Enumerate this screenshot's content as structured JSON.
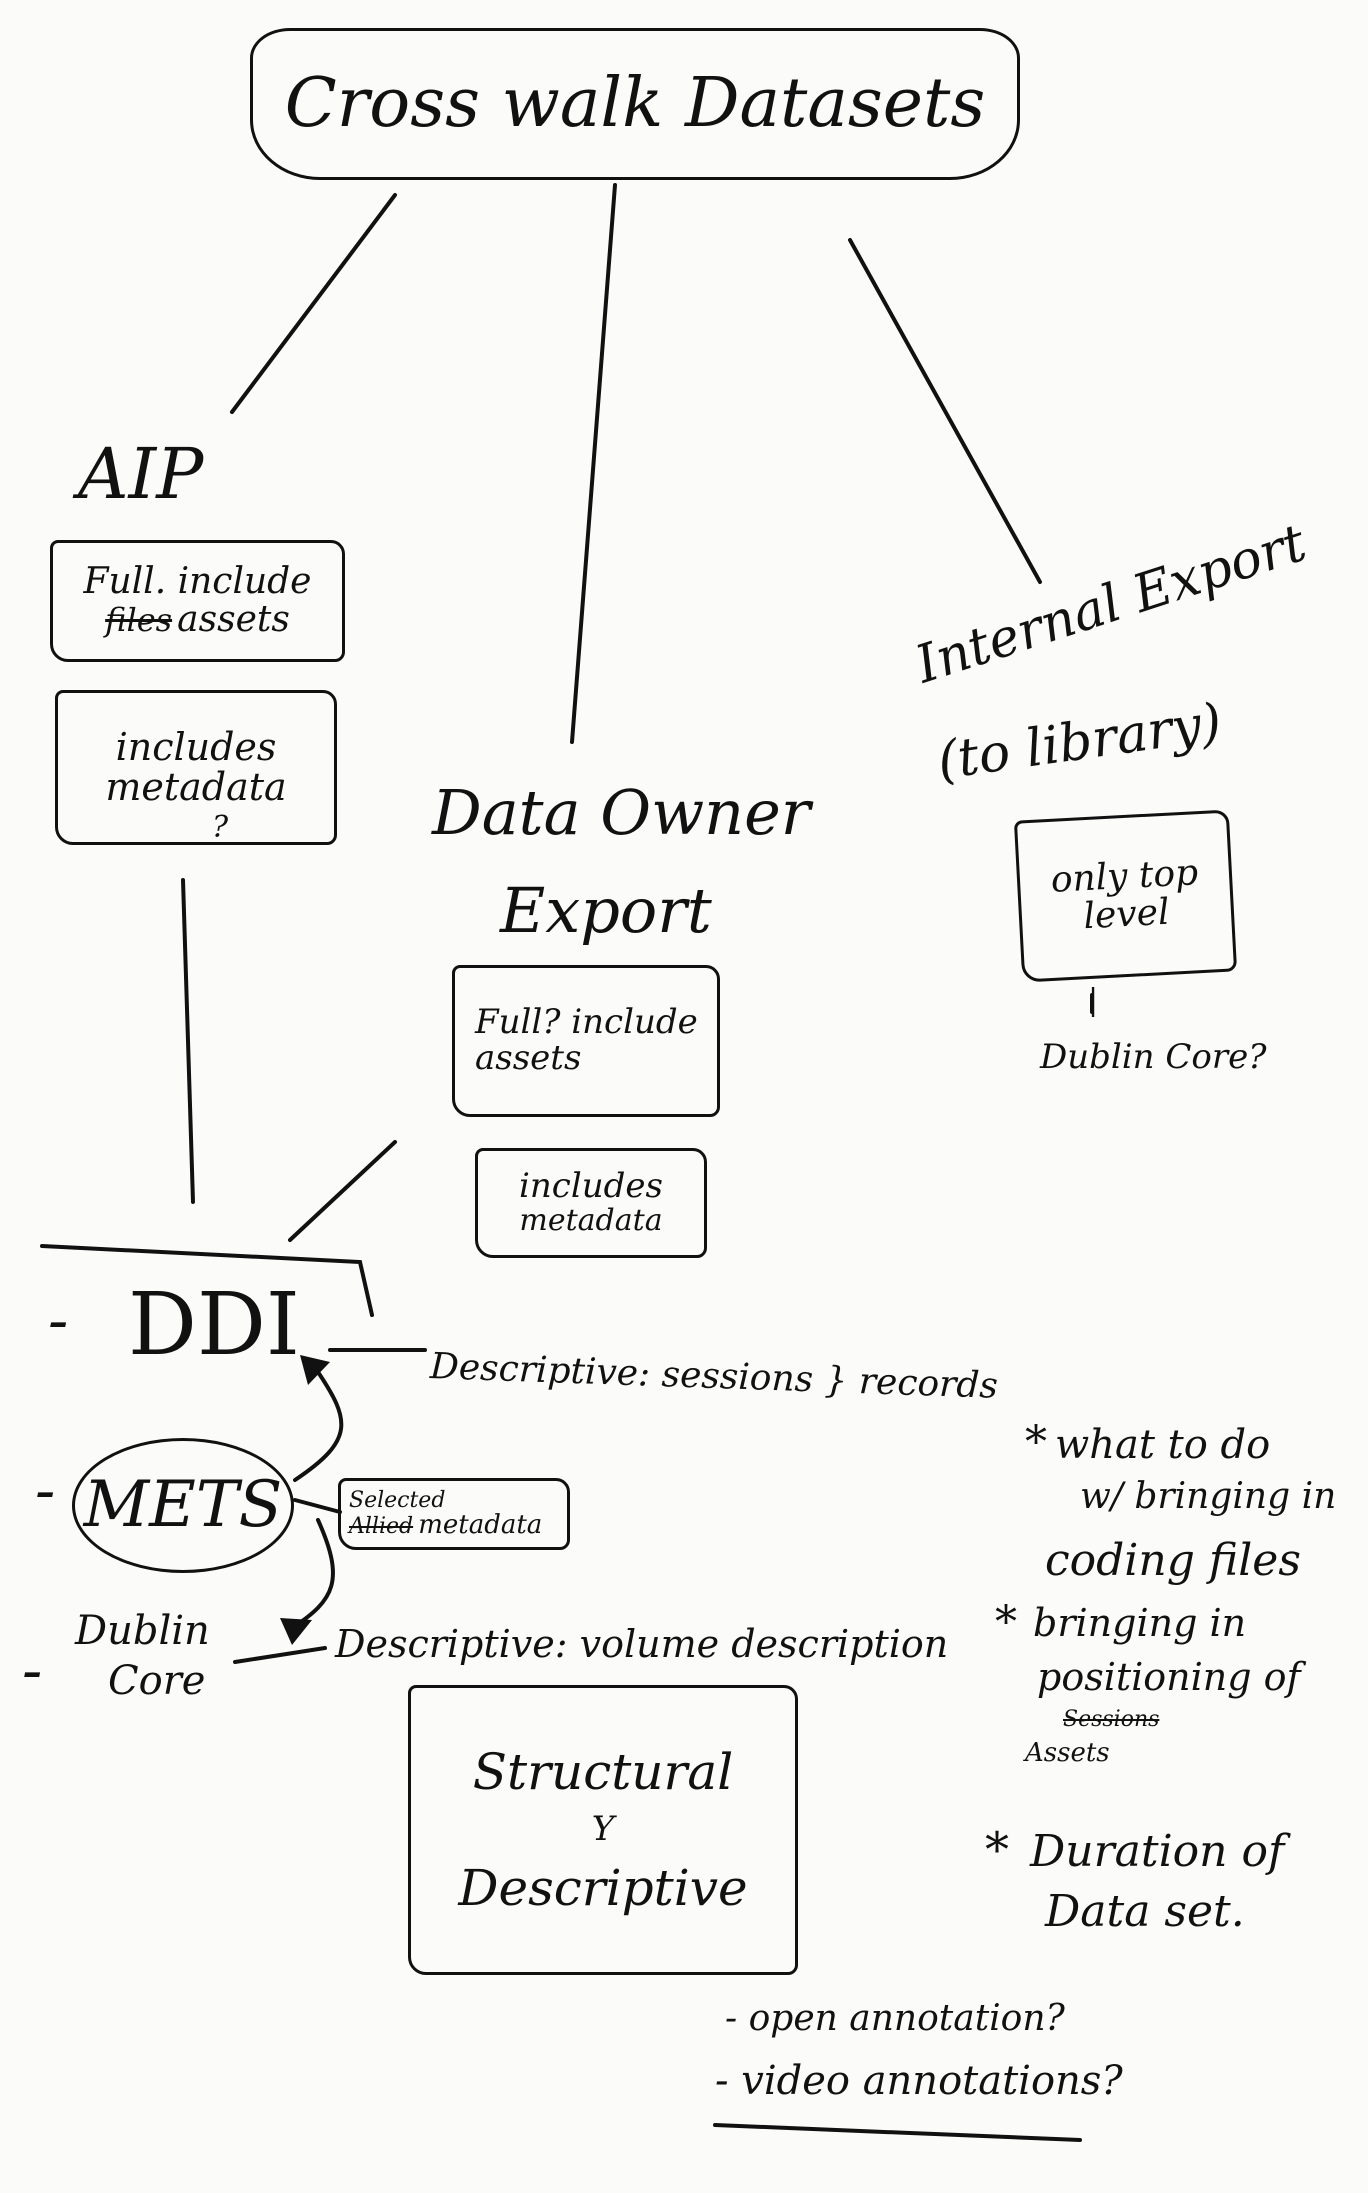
{
  "root": {
    "label": "Cross walk Datasets"
  },
  "branches": {
    "aip": {
      "title": "AIP",
      "box1": {
        "line1": "Full. include",
        "struck": "files",
        "line2": "assets"
      },
      "box2": {
        "line1": "includes",
        "line2": "metadata",
        "mark": "?"
      }
    },
    "data_owner": {
      "title_line1": "Data Owner",
      "title_line2": "Export",
      "box1": {
        "line1": "Full? include",
        "line2": "assets"
      },
      "box2": {
        "line1": "includes",
        "line2": "metadata"
      }
    },
    "internal": {
      "title_line1": "Internal Export",
      "title_line2": "(to library)",
      "box1": {
        "line1": "only top",
        "line2": "level"
      },
      "connector": "|",
      "note": "Dublin Core?"
    }
  },
  "standards": {
    "ddi": {
      "label": "DDI",
      "dash": "-",
      "description": "Descriptive: sessions } records"
    },
    "mets": {
      "label": "METS",
      "dash": "-",
      "selected_line1": "Selected",
      "selected_struck": "Allied",
      "selected_line2": "metadata"
    },
    "dublin_core": {
      "line1": "Dublin",
      "line2": "Core",
      "dash": "-",
      "description": "Descriptive: volume description"
    }
  },
  "structural_box": {
    "line1": "Structural",
    "line2": "Y",
    "line3": "Descriptive"
  },
  "notes": [
    {
      "bullet": "*",
      "text_line1": "what to do",
      "text_line2": "w/ bringing in",
      "text_line3": "coding files"
    },
    {
      "bullet": "*",
      "text_line1": "bringing in",
      "text_line2": "positioning of",
      "struck": "Sessions",
      "text_line3": "Assets"
    },
    {
      "bullet": "*",
      "text_line1": "Duration of",
      "text_line2": "Data set."
    }
  ],
  "bottom_list": [
    "- open annotation?",
    "- video annotations?"
  ]
}
